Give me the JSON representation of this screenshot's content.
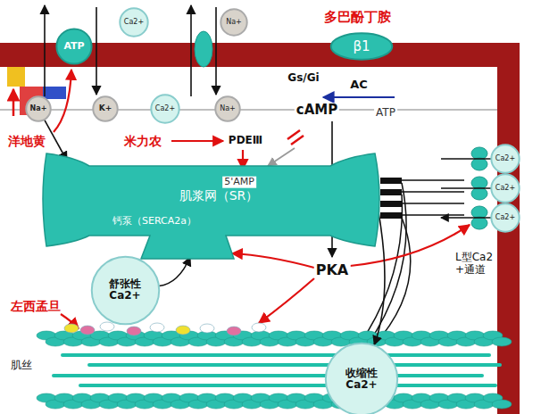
{
  "diagram": {
    "nodes": [
      {
        "text": [
          "ATP"
        ]
      },
      {
        "text": [
          "Ca2+"
        ]
      },
      {
        "text": [
          "Na+"
        ]
      },
      {
        "text": [
          "Na+"
        ]
      },
      {
        "text": [
          "K+"
        ]
      },
      {
        "text": [
          "Ca2+"
        ]
      },
      {
        "text": [
          "Na+"
        ]
      },
      {
        "text": [
          "β1"
        ]
      },
      {
        "text": [
          "肌浆网（SR）",
          "钙泵（SERCA2a）"
        ]
      },
      {
        "text": [
          "舒张性 Ca2+"
        ]
      },
      {
        "text": [
          "收缩性 Ca2+"
        ]
      },
      {
        "text": [
          "Ca2+"
        ]
      },
      {
        "text": [
          "Ca2+"
        ]
      },
      {
        "text": [
          "Ca2+"
        ]
      }
    ],
    "edges": [
      {
        "from": 3,
        "to": 8,
        "arrow": "to"
      },
      {
        "from": 9,
        "to": 8,
        "arrow": "to"
      },
      {
        "from": 8,
        "to": 10,
        "arrow": "to"
      }
    ],
    "labels": [
      "多巴酚丁胺",
      "Gs/Gi",
      "AC",
      "ATP",
      "cAMP",
      "米力农",
      "PDEⅢ",
      "5'AMP",
      "洋地黄",
      "PKA",
      "L型Ca2+通道",
      "左西孟旦",
      "肌丝"
    ]
  }
}
